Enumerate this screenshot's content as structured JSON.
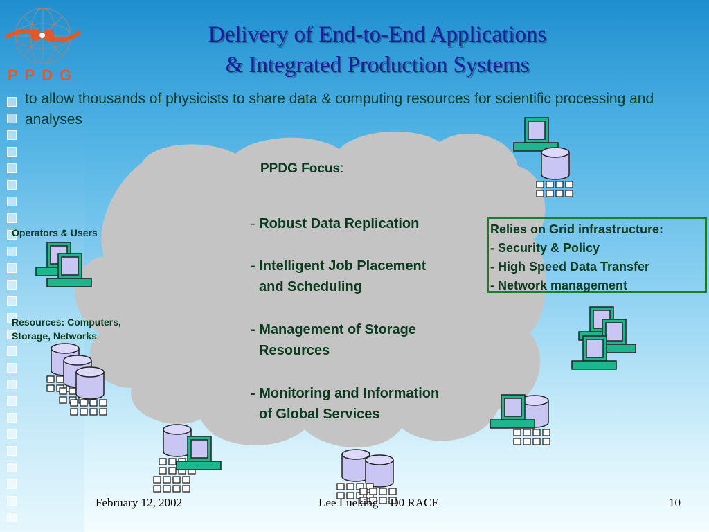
{
  "logo": {
    "text": "PPDG"
  },
  "title": {
    "line1": "Delivery of End-to-End Applications",
    "line2": "& Integrated Production Systems"
  },
  "subtitle": "to allow thousands of physicists to share data & computing resources for scientific processing and analyses",
  "focus": {
    "heading": "PPDG Focus",
    "heading_suffix": ":",
    "items": [
      {
        "bullet": "- ",
        "line1": "Robust Data Replication",
        "line2": ""
      },
      {
        "bullet": "- ",
        "line1": "Intelligent Job Placement",
        "line2": "and Scheduling"
      },
      {
        "bullet": "- ",
        "line1": "Management of Storage",
        "line2": "Resources"
      },
      {
        "bullet": "- ",
        "line1": "Monitoring and Information",
        "line2": "of Global Services"
      }
    ]
  },
  "grid_box": {
    "heading": "Relies on Grid infrastructure:",
    "items": [
      "- Security & Policy",
      "- High Speed Data Transfer",
      "- Network management"
    ]
  },
  "labels": {
    "operators": "Operators & Users",
    "resources_line1": "Resources: Computers,",
    "resources_line2": "Storage, Networks"
  },
  "footer": {
    "date": "February 12, 2002",
    "center": "Lee Lueking – D0 RACE",
    "page": "10"
  },
  "colors": {
    "title": "#1a1c9a",
    "text_green": "#0b3a1f",
    "box_border": "#1d7a2a",
    "cloud": "#c4c4c4",
    "screen": "#c9c6f3",
    "keyboard": "#1fb58f"
  },
  "icons": [
    "ppdg-logo-icon",
    "computer-icon",
    "disk-icon",
    "network-grid-icon",
    "cloud-shape"
  ]
}
